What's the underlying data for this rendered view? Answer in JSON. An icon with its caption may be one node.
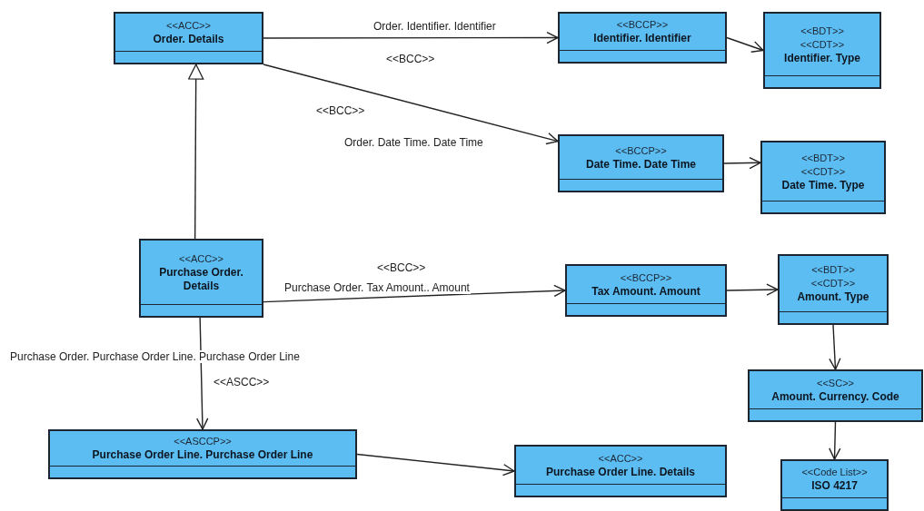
{
  "diagram": {
    "nodes": [
      {
        "text": [
          "<<ACC>>",
          "Order. Details"
        ]
      },
      {
        "text": [
          "<<BCCP>>",
          "Identifier. Identifier"
        ]
      },
      {
        "text": [
          "<<BDT>>",
          "<<CDT>>",
          "Identifier. Type"
        ]
      },
      {
        "text": [
          "<<BCCP>>",
          "Date Time. Date Time"
        ]
      },
      {
        "text": [
          "<<BDT>>",
          "<<CDT>>",
          "Date Time. Type"
        ]
      },
      {
        "text": [
          "<<ACC>>",
          "Purchase Order. Details"
        ]
      },
      {
        "text": [
          "<<BCCP>>",
          "Tax Amount. Amount"
        ]
      },
      {
        "text": [
          "<<BDT>>",
          "<<CDT>>",
          "Amount. Type"
        ]
      },
      {
        "text": [
          "<<SC>>",
          "Amount. Currency. Code"
        ]
      },
      {
        "text": [
          "<<Code List>>",
          "ISO 4217"
        ]
      },
      {
        "text": [
          "<<ASCCP>>",
          "Purchase Order Line. Purchase Order Line"
        ]
      },
      {
        "text": [
          "<<ACC>>",
          "Purchase Order Line. Details"
        ]
      }
    ],
    "edges": [
      {
        "from": 0,
        "to": 1,
        "arrow": "to",
        "label": "Order. Identifier. Identifier"
      },
      {
        "from": 0,
        "to": 3,
        "arrow": "to",
        "label": "Order. Date Time. Date Time"
      },
      {
        "from": 1,
        "to": 2,
        "arrow": "to"
      },
      {
        "from": 3,
        "to": 4,
        "arrow": "to"
      },
      {
        "from": 5,
        "to": 0,
        "arrow": "to"
      },
      {
        "from": 5,
        "to": 6,
        "arrow": "to",
        "label": "Purchase Order. Tax Amount.. Amount"
      },
      {
        "from": 6,
        "to": 7,
        "arrow": "to"
      },
      {
        "from": 7,
        "to": 8,
        "arrow": "to"
      },
      {
        "from": 8,
        "to": 9,
        "arrow": "to"
      },
      {
        "from": 5,
        "to": 10,
        "arrow": "to",
        "label": "Purchase Order. Purchase Order Line. Purchase Order Line"
      },
      {
        "from": 10,
        "to": 11,
        "arrow": "to"
      }
    ],
    "labels": [
      "<<BCC>>",
      "<<BCC>>",
      "<<BCC>>",
      "<<ASCC>>"
    ]
  }
}
